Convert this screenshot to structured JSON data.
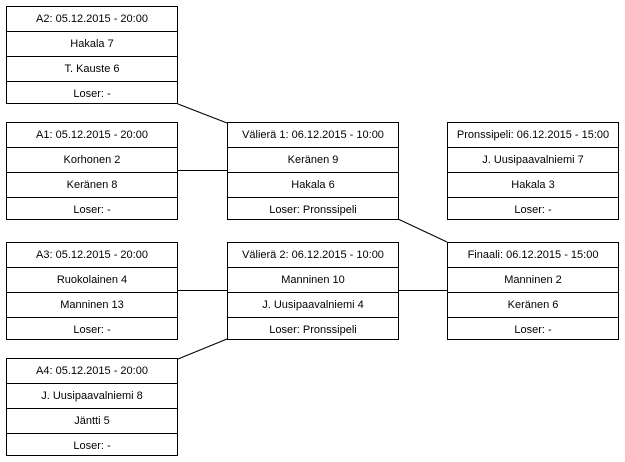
{
  "colors": {
    "background": "#ffffff",
    "line": "#000000",
    "text": "#000000"
  },
  "bracket": {
    "matches": {
      "a2": {
        "header": "A2: 05.12.2015 - 20:00",
        "player1": "Hakala 7",
        "player2": "T. Kauste 6",
        "loser": "Loser: -"
      },
      "a1": {
        "header": "A1: 05.12.2015 - 20:00",
        "player1": "Korhonen 2",
        "player2": "Keränen 8",
        "loser": "Loser: -"
      },
      "a3": {
        "header": "A3: 05.12.2015 - 20:00",
        "player1": "Ruokolainen 4",
        "player2": "Manninen 13",
        "loser": "Loser: -"
      },
      "a4": {
        "header": "A4: 05.12.2015 - 20:00",
        "player1": "J. Uusipaavalniemi 8",
        "player2": "Jäntti 5",
        "loser": "Loser: -"
      },
      "valiera1": {
        "header": "Välierä 1: 06.12.2015 - 10:00",
        "player1": "Keränen 9",
        "player2": "Hakala 6",
        "loser": "Loser: Pronssipeli"
      },
      "valiera2": {
        "header": "Välierä 2: 06.12.2015 - 10:00",
        "player1": "Manninen 10",
        "player2": "J. Uusipaavalniemi 4",
        "loser": "Loser: Pronssipeli"
      },
      "pronssipeli": {
        "header": "Pronssipeli: 06.12.2015 - 15:00",
        "player1": "J. Uusipaavalniemi 7",
        "player2": "Hakala 3",
        "loser": "Loser: -"
      },
      "finaali": {
        "header": "Finaali: 06.12.2015 - 15:00",
        "player1": "Manninen 2",
        "player2": "Keränen 6",
        "loser": "Loser: -"
      }
    }
  }
}
